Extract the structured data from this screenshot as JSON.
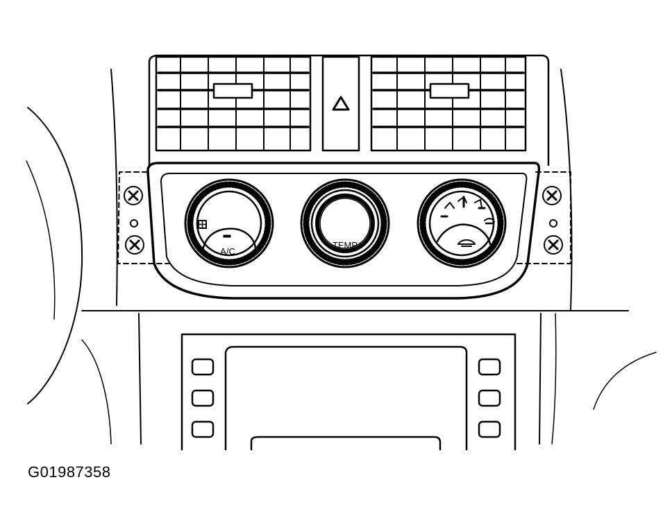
{
  "figure_id": "G01987358",
  "controls": {
    "left_knob_label": "A/C",
    "center_knob_label": "TEMP"
  },
  "colors": {
    "ink": "#000000",
    "paper": "#ffffff"
  },
  "icons": {
    "hazard": "hazard-triangle-icon",
    "screw": "x-screw-icon",
    "fan": "fan-icon",
    "recirc": "recirculation-icon",
    "defrost": "defrost-icon"
  }
}
